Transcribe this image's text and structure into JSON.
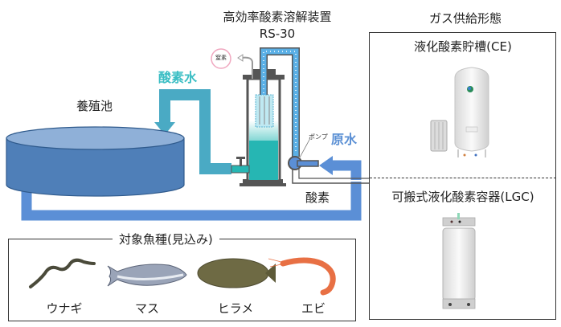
{
  "device": {
    "title": "高効率酸素溶解装置",
    "model": "RS-30",
    "nitrogen_badge": "窒素",
    "pump_label": "ポンプ"
  },
  "flows": {
    "oxygen_water": "酸素水",
    "raw_water": "原水",
    "oxygen": "酸素"
  },
  "pond": {
    "label": "養殖池"
  },
  "gas_supply": {
    "title": "ガス供給形態",
    "options": [
      {
        "label": "液化酸素貯槽(CE)"
      },
      {
        "label": "可搬式液化酸素容器(LGC)"
      }
    ]
  },
  "species": {
    "title": "対象魚種(見込み)",
    "items": [
      {
        "label": "ウナギ",
        "icon": "eel-icon"
      },
      {
        "label": "マス",
        "icon": "trout-icon"
      },
      {
        "label": "ヒラメ",
        "icon": "flounder-icon"
      },
      {
        "label": "エビ",
        "icon": "shrimp-icon"
      }
    ]
  },
  "colors": {
    "oxygen_water_pipe": "#4aaac4",
    "raw_water_pipe": "#5b8fd6",
    "pond_body": "#4f7fb8",
    "pond_top": "#8fb0d8",
    "device_water": "#26b6b3",
    "oxygen_water_text": "#3bbec4",
    "raw_water_text": "#5a8fd4"
  }
}
